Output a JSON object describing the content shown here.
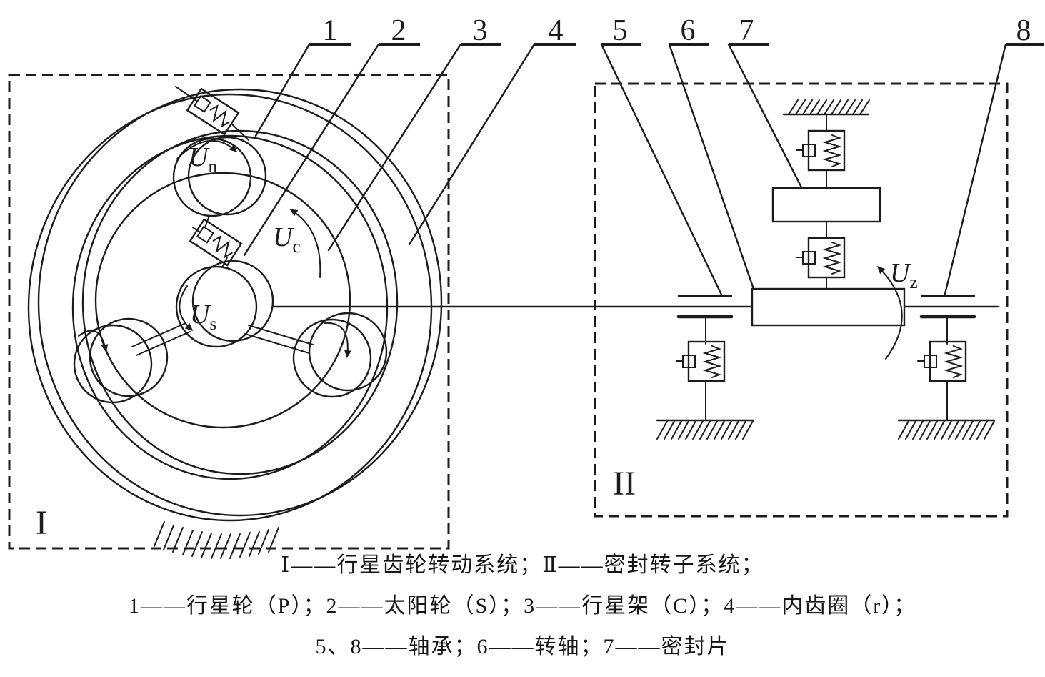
{
  "figure": {
    "type": "mechanical-schematic",
    "colors": {
      "ink": "#1c1c1c",
      "background": "#ffffff"
    },
    "systems": {
      "left": {
        "label": "I",
        "name": "行星齿轮转动系统"
      },
      "right": {
        "label": "II",
        "name": "密封转子系统"
      }
    },
    "rotation_labels": {
      "planet": {
        "main": "U",
        "sub": "n"
      },
      "carrier": {
        "main": "U",
        "sub": "c"
      },
      "sun": {
        "main": "U",
        "sub": "s"
      },
      "rotor": {
        "main": "U",
        "sub": "z"
      }
    },
    "callouts": [
      {
        "num": "1",
        "target": "行星轮（P）"
      },
      {
        "num": "2",
        "target": "太阳轮（S）"
      },
      {
        "num": "3",
        "target": "行星架（C）"
      },
      {
        "num": "4",
        "target": "内齿圈（r）"
      },
      {
        "num": "5",
        "target": "轴承"
      },
      {
        "num": "6",
        "target": "转轴"
      },
      {
        "num": "7",
        "target": "密封片"
      },
      {
        "num": "8",
        "target": "轴承"
      }
    ],
    "caption": {
      "lines": [
        "Ⅰ——行星齿轮转动系统；Ⅱ——密封转子系统；",
        "1——行星轮（P）；2——太阳轮（S）；3——行星架（C）；4——内齿圈（r）；",
        "5、8——轴承；6——转轴；7——密封片"
      ]
    }
  }
}
